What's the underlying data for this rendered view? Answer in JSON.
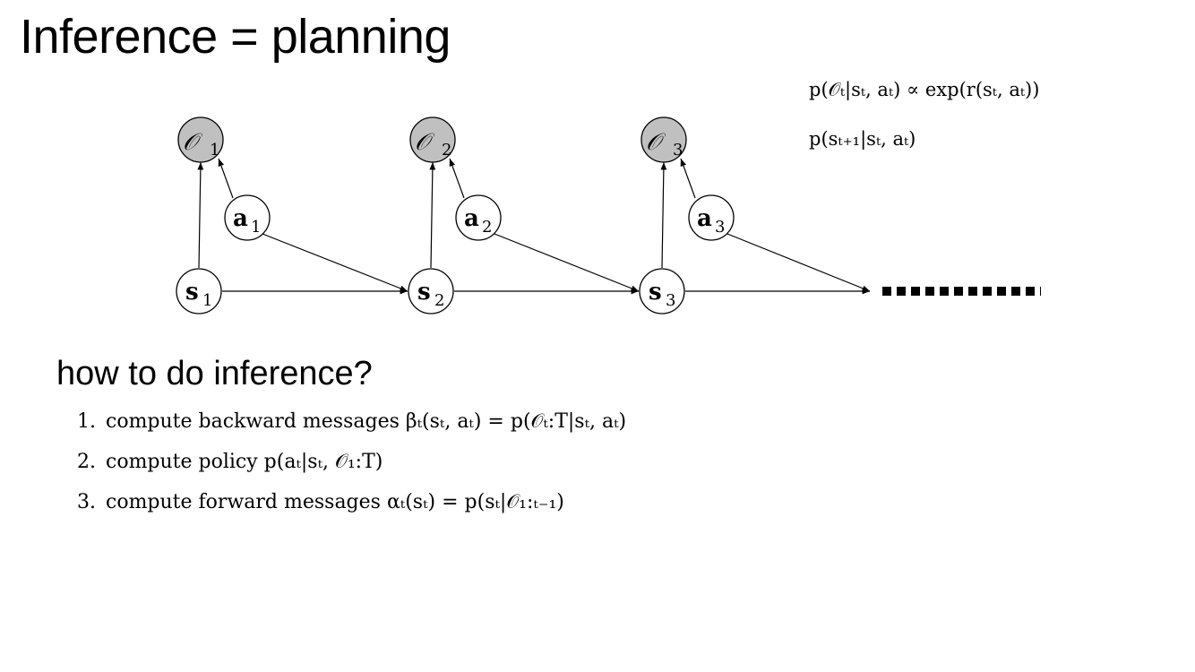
{
  "slide": {
    "title": "Inference = planning",
    "subtitle": "how to do inference?"
  },
  "equations": {
    "observation": "p(𝒪ₜ|sₜ, aₜ) ∝ exp(r(sₜ, aₜ))",
    "dynamics": "p(sₜ₊₁|sₜ, aₜ)"
  },
  "steps": [
    {
      "num": "1.",
      "text": "compute backward messages βₜ(sₜ, aₜ) = p(𝒪ₜ:T|sₜ, aₜ)"
    },
    {
      "num": "2.",
      "text": "compute policy p(aₜ|sₜ, 𝒪₁:T)"
    },
    {
      "num": "3.",
      "text": "compute forward messages αₜ(sₜ) = p(sₜ|𝒪₁:ₜ₋₁)"
    }
  ],
  "graph": {
    "observations": [
      {
        "label": "𝒪",
        "sub": "1"
      },
      {
        "label": "𝒪",
        "sub": "2"
      },
      {
        "label": "𝒪",
        "sub": "3"
      }
    ],
    "actions": [
      {
        "label": "a",
        "sub": "1"
      },
      {
        "label": "a",
        "sub": "2"
      },
      {
        "label": "a",
        "sub": "3"
      }
    ],
    "states": [
      {
        "label": "s",
        "sub": "1"
      },
      {
        "label": "s",
        "sub": "2"
      },
      {
        "label": "s",
        "sub": "3"
      }
    ],
    "colors": {
      "observed_fill": "#c0c0c0",
      "node_fill": "#ffffff",
      "stroke": "#000000"
    }
  }
}
